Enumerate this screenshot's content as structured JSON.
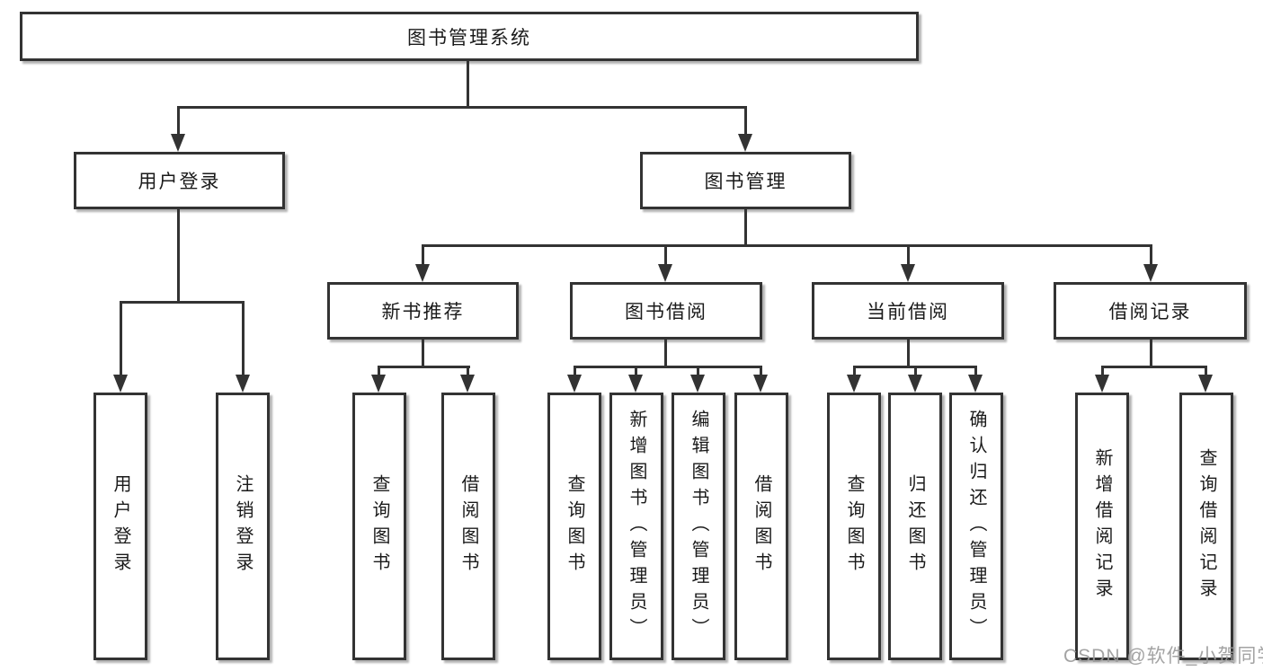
{
  "diagram": {
    "type": "hierarchy-tree",
    "nodes": {
      "root": {
        "label": "图书管理系统"
      },
      "level2": [
        {
          "label": "用户登录"
        },
        {
          "label": "图书管理"
        }
      ],
      "level3": [
        {
          "label": "新书推荐",
          "parent": "图书管理"
        },
        {
          "label": "图书借阅",
          "parent": "图书管理"
        },
        {
          "label": "当前借阅",
          "parent": "图书管理"
        },
        {
          "label": "借阅记录",
          "parent": "图书管理"
        }
      ],
      "leaves": [
        {
          "label": "用户登录",
          "parent": "用户登录"
        },
        {
          "label": "注销登录",
          "parent": "用户登录"
        },
        {
          "label": "查询图书",
          "parent": "新书推荐"
        },
        {
          "label": "借阅图书",
          "parent": "新书推荐"
        },
        {
          "label": "查询图书",
          "parent": "图书借阅"
        },
        {
          "label": "新增图书（管理员）",
          "parent": "图书借阅"
        },
        {
          "label": "编辑图书（管理员）",
          "parent": "图书借阅"
        },
        {
          "label": "借阅图书",
          "parent": "图书借阅"
        },
        {
          "label": "查询图书",
          "parent": "当前借阅"
        },
        {
          "label": "归还图书",
          "parent": "当前借阅"
        },
        {
          "label": "确认归还（管理员）",
          "parent": "当前借阅"
        },
        {
          "label": "新增借阅记录",
          "parent": "借阅记录"
        },
        {
          "label": "查询借阅记录",
          "parent": "借阅记录"
        }
      ]
    },
    "colors": {
      "line": "#333333",
      "text": "#1a1a1a",
      "background": "#ffffff",
      "watermark": "#9b9b9b"
    }
  },
  "watermark": {
    "text": "CSDN @软件_小贺同学"
  }
}
